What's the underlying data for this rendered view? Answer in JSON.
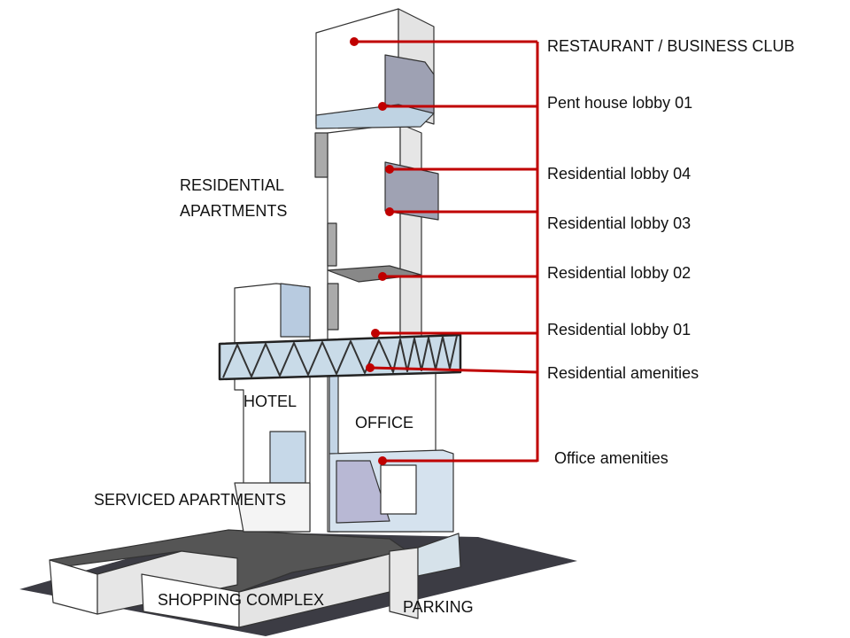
{
  "title": "Mixed-use tower program diagram",
  "colors": {
    "leader": "#c00000",
    "ground": "#3a3a40",
    "podium_top": "#555555",
    "glass": "#b9cde0",
    "shade": "#a9a9a9"
  },
  "callouts": [
    {
      "id": "restaurant",
      "label": "RESTAURANT / BUSINESS CLUB"
    },
    {
      "id": "penthouse-lobby",
      "label": "Pent house  lobby 01"
    },
    {
      "id": "res-lobby-04",
      "label": "Residential  lobby 04"
    },
    {
      "id": "res-lobby-03",
      "label": "Residential  lobby 03"
    },
    {
      "id": "res-lobby-02",
      "label": "Residential  lobby 02"
    },
    {
      "id": "res-lobby-01",
      "label": "Residential  lobby 01"
    },
    {
      "id": "res-amenities",
      "label": "Residential amenities"
    },
    {
      "id": "office-amenities",
      "label": "Office amenities"
    }
  ],
  "zones": {
    "residential_line1": "RESIDENTIAL",
    "residential_line2": "APARTMENTS",
    "hotel": "HOTEL",
    "office": "OFFICE",
    "serviced": "SERVICED APARTMENTS",
    "shopping": "SHOPPING COMPLEX",
    "parking": "PARKING"
  }
}
